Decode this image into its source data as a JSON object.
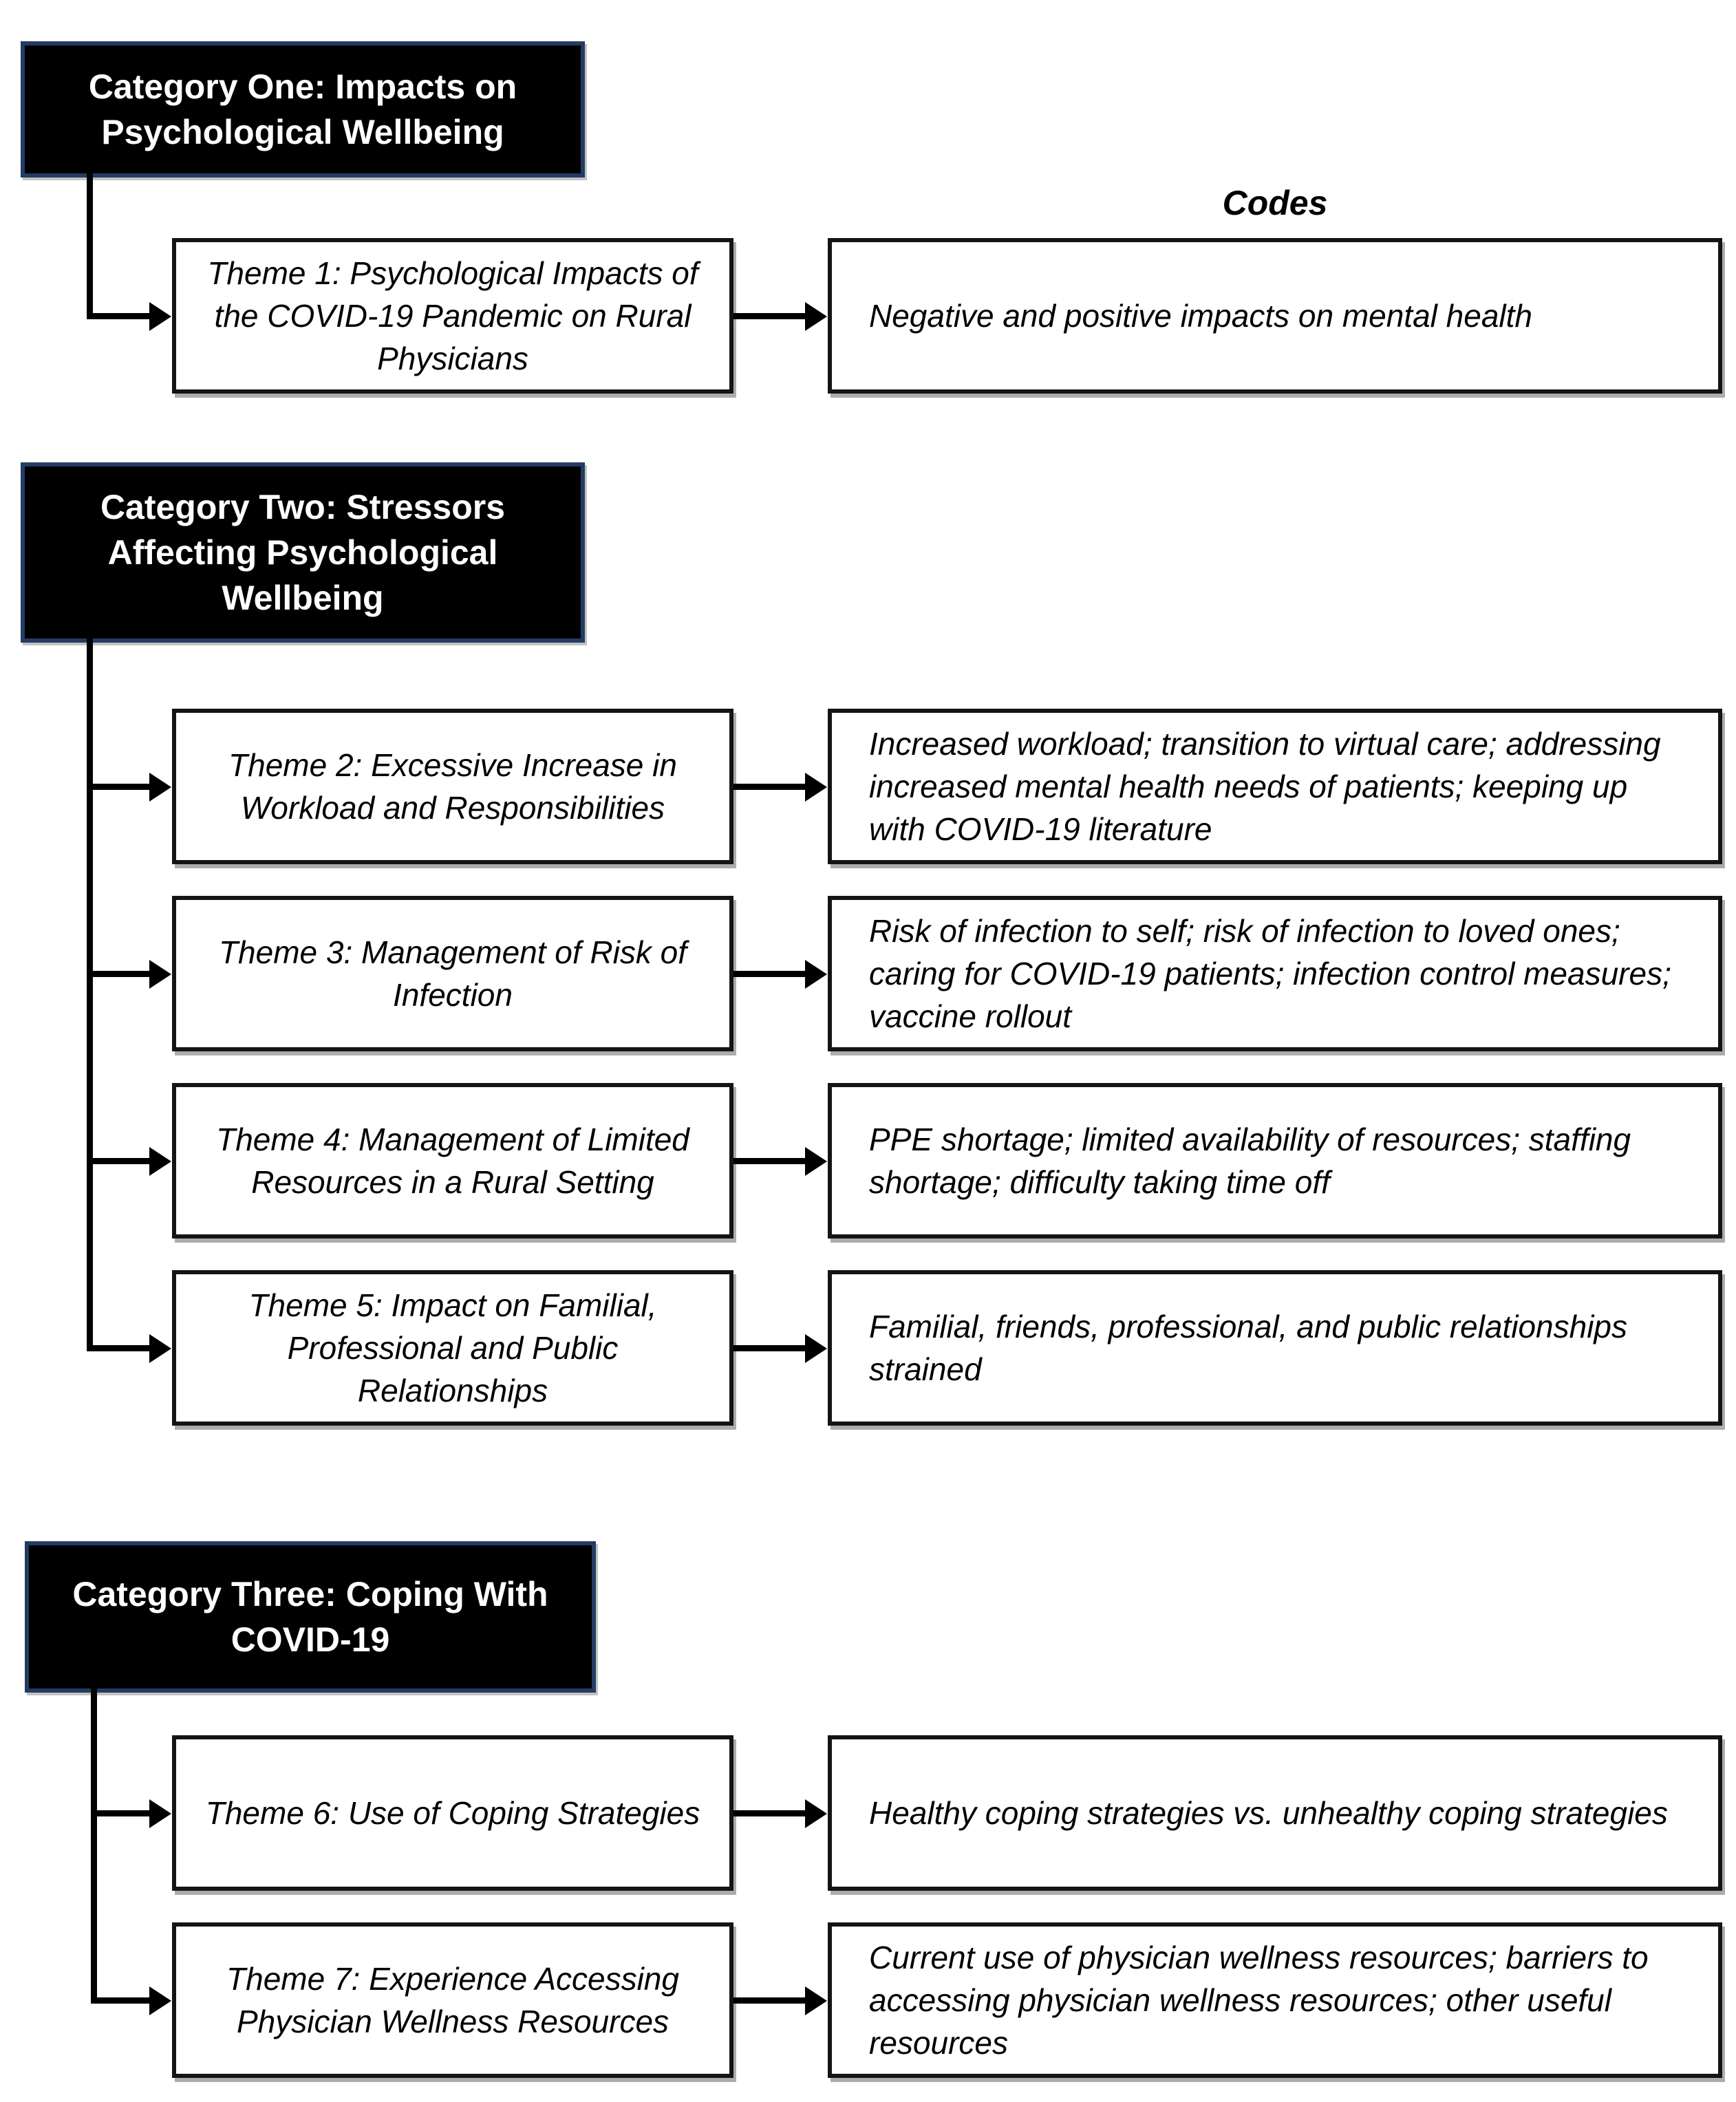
{
  "diagram": {
    "codes_header": "Codes",
    "colors": {
      "category_background": "#000000",
      "category_border": "#243c63",
      "category_text": "#ffffff",
      "box_border": "#141414",
      "box_background": "#ffffff",
      "connector": "#000000",
      "page_background": "#ffffff"
    },
    "categories": [
      {
        "label": "Category One: Impacts on Psychological Wellbeing",
        "themes": [
          {
            "theme": "Theme 1: Psychological Impacts of the COVID-19 Pandemic on Rural Physicians",
            "codes": "Negative and positive impacts on mental health"
          }
        ]
      },
      {
        "label": "Category Two: Stressors Affecting Psychological Wellbeing",
        "themes": [
          {
            "theme": "Theme 2: Excessive Increase in Workload and Responsibilities",
            "codes": "Increased workload; transition to virtual care; addressing increased mental health needs of patients; keeping up with COVID-19 literature"
          },
          {
            "theme": "Theme 3: Management of Risk of Infection",
            "codes": "Risk of infection to self; risk of infection to loved ones; caring for COVID-19 patients; infection control measures; vaccine rollout"
          },
          {
            "theme": "Theme 4: Management of Limited Resources in a Rural Setting",
            "codes": "PPE shortage; limited availability of resources; staffing shortage; difficulty taking time off"
          },
          {
            "theme": "Theme 5: Impact on Familial, Professional and Public Relationships",
            "codes": "Familial, friends, professional, and public relationships strained"
          }
        ]
      },
      {
        "label": "Category Three: Coping With COVID-19",
        "themes": [
          {
            "theme": "Theme 6: Use of Coping Strategies",
            "codes": "Healthy coping strategies vs. unhealthy coping strategies"
          },
          {
            "theme": "Theme 7: Experience Accessing Physician Wellness Resources",
            "codes": "Current use of physician wellness resources; barriers to accessing physician wellness resources; other useful resources"
          }
        ]
      }
    ]
  }
}
